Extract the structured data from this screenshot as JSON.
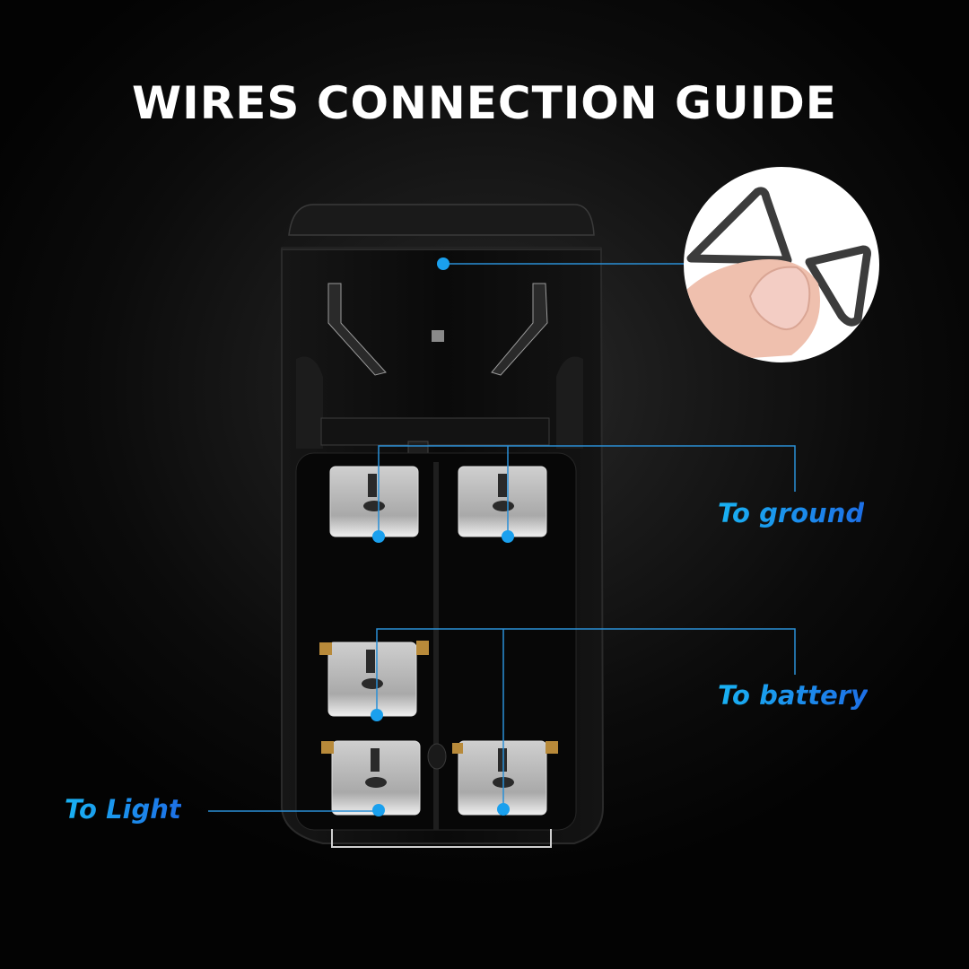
{
  "title": "WIRES CONNECTION GUIDE",
  "colors": {
    "accent": "#1a9ef0",
    "background": "#0b0b0b",
    "title": "#ffffff"
  },
  "callouts": {
    "top_cover": {
      "description": "removable lens cover",
      "image": "hand-holding-cover"
    },
    "ground": {
      "label": "To ground",
      "pins": 2
    },
    "battery": {
      "label": "To battery",
      "pins": 2
    },
    "light": {
      "label": "To Light",
      "pins": 1
    }
  },
  "switch": {
    "pins_total": 5,
    "type": "rocker-switch-rear-view"
  }
}
